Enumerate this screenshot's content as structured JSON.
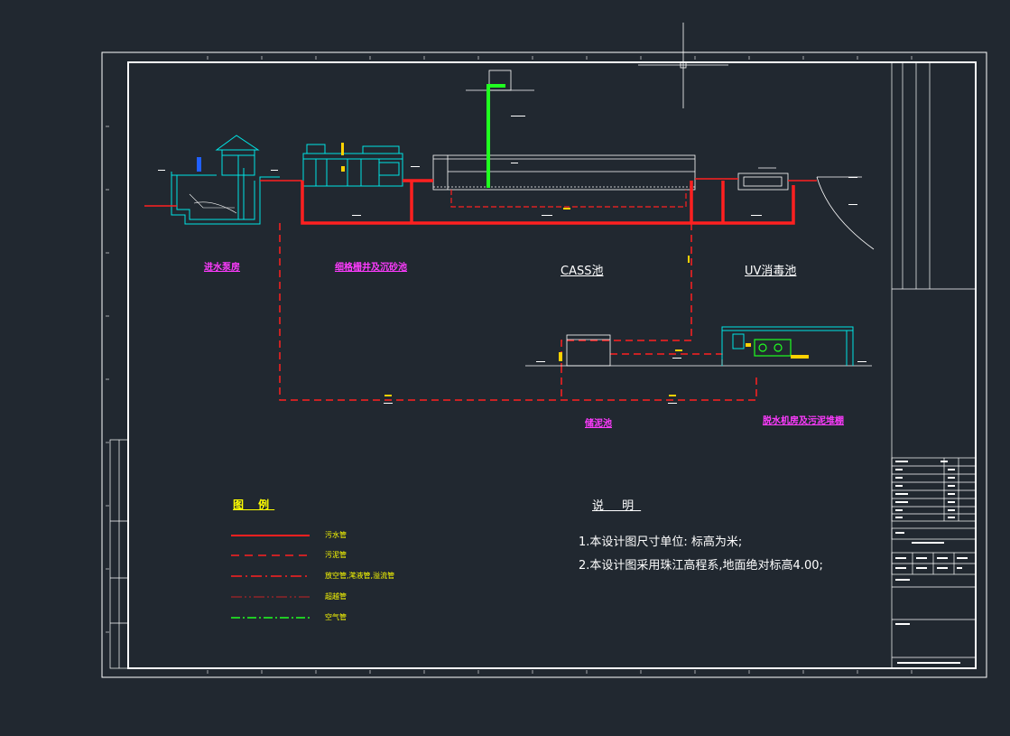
{
  "drawing": {
    "section_labels": {
      "intake_pump_room": "进水泵房",
      "screen_grit": "细格栅井及沉砂池",
      "cass_tank": "CASS池",
      "uv_tank": "UV消毒池",
      "sludge_tank": "储泥池",
      "dewater_room": "脱水机房及污泥堆棚"
    },
    "legend": {
      "title": "图 例",
      "items": [
        {
          "label": "污水管",
          "color": "#ff2020",
          "style": "solid"
        },
        {
          "label": "污泥管",
          "color": "#ff2020",
          "style": "dashed"
        },
        {
          "label": "放空管,滗液管,溢流管",
          "color": "#ff2020",
          "style": "dashdot"
        },
        {
          "label": "超越管",
          "color": "#ff2020",
          "style": "dashdotdot"
        },
        {
          "label": "空气管",
          "color": "#20ff20",
          "style": "dashdot"
        }
      ]
    },
    "notes": {
      "title": "说 明",
      "lines": [
        "1.本设计图尺寸单位: 标高为米;",
        "2.本设计图采用珠江高程系,地面绝对标高4.00;"
      ]
    }
  },
  "colors": {
    "background": "#212830",
    "frame": "#ffffff",
    "sewage_pipe": "#ff2020",
    "air_pipe": "#20ff20",
    "structure": "#00e5e5",
    "label": "#ff3bff",
    "legend_text": "#ffff00"
  }
}
